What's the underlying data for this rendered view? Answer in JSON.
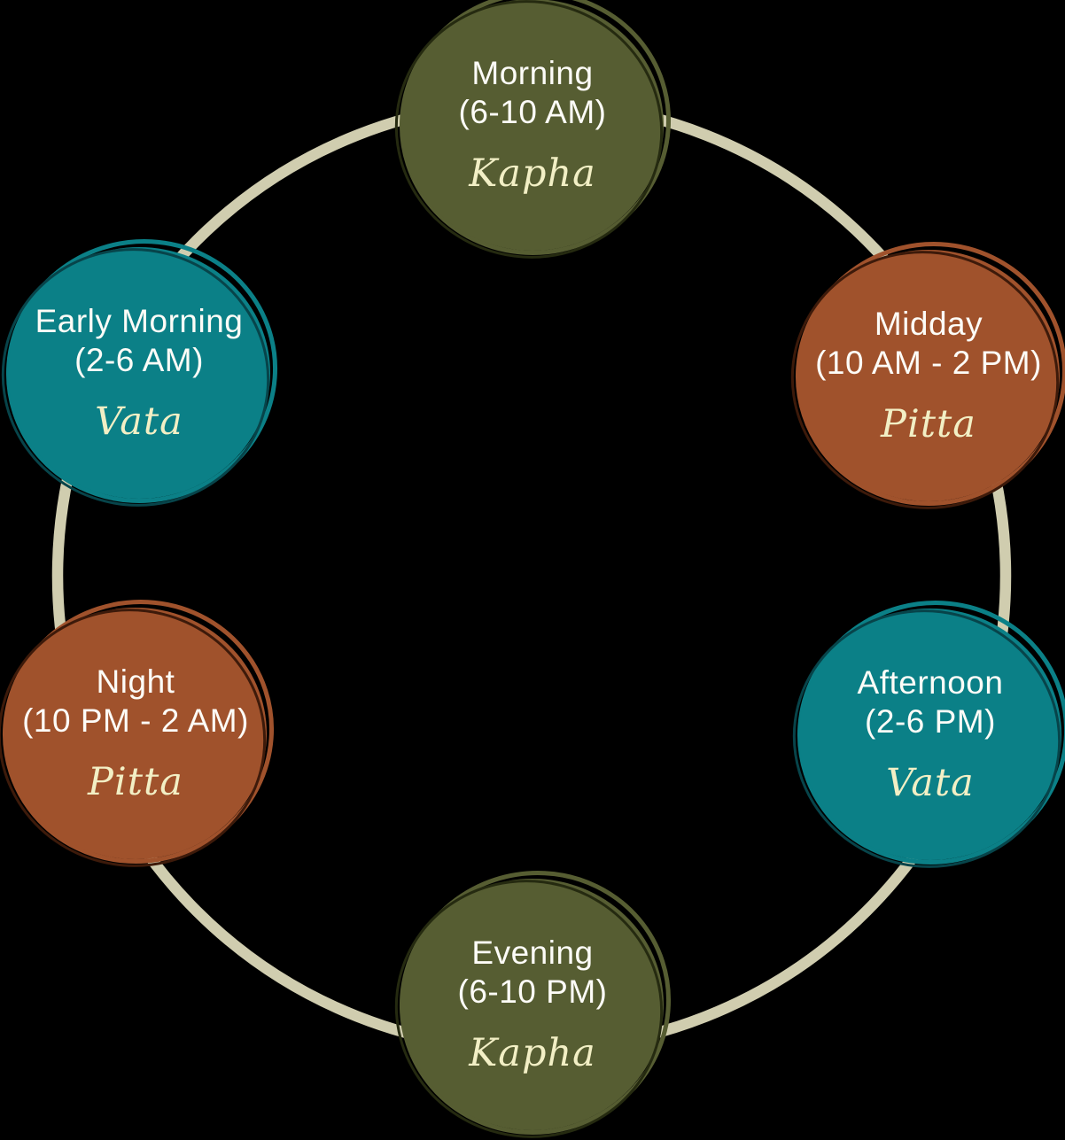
{
  "background": "#000000",
  "colors": {
    "ring": "#D0CDAF",
    "time_text": "#FDFCF7",
    "dosha_text": "#F2EFC5",
    "kapha_fill": "#565D32",
    "pitta_fill": "#A0522C",
    "vata_fill": "#0B8087"
  },
  "nodes": [
    {
      "id": "morning",
      "label": "Morning",
      "time": "(6-10 AM)",
      "dosha": "Kapha",
      "color": "#565D32",
      "outline": "#252A10",
      "position": "top"
    },
    {
      "id": "midday",
      "label": "Midday",
      "time": "(10 AM - 2 PM)",
      "dosha": "Pitta",
      "color": "#A0522C",
      "outline": "#3D1A0A",
      "position": "upper-right"
    },
    {
      "id": "afternoon",
      "label": "Afternoon",
      "time": "(2-6 PM)",
      "dosha": "Vata",
      "color": "#0B8087",
      "outline": "#07444A",
      "position": "lower-right"
    },
    {
      "id": "evening",
      "label": "Evening",
      "time": "(6-10 PM)",
      "dosha": "Kapha",
      "color": "#565D32",
      "outline": "#252A10",
      "position": "bottom"
    },
    {
      "id": "night",
      "label": "Night",
      "time": "(10 PM - 2 AM)",
      "dosha": "Pitta",
      "color": "#A0522C",
      "outline": "#3D1A0A",
      "position": "lower-left"
    },
    {
      "id": "early-morning",
      "label": "Early Morning",
      "time": "(2-6 AM)",
      "dosha": "Vata",
      "color": "#0B8087",
      "outline": "#07444A",
      "position": "upper-left"
    }
  ]
}
